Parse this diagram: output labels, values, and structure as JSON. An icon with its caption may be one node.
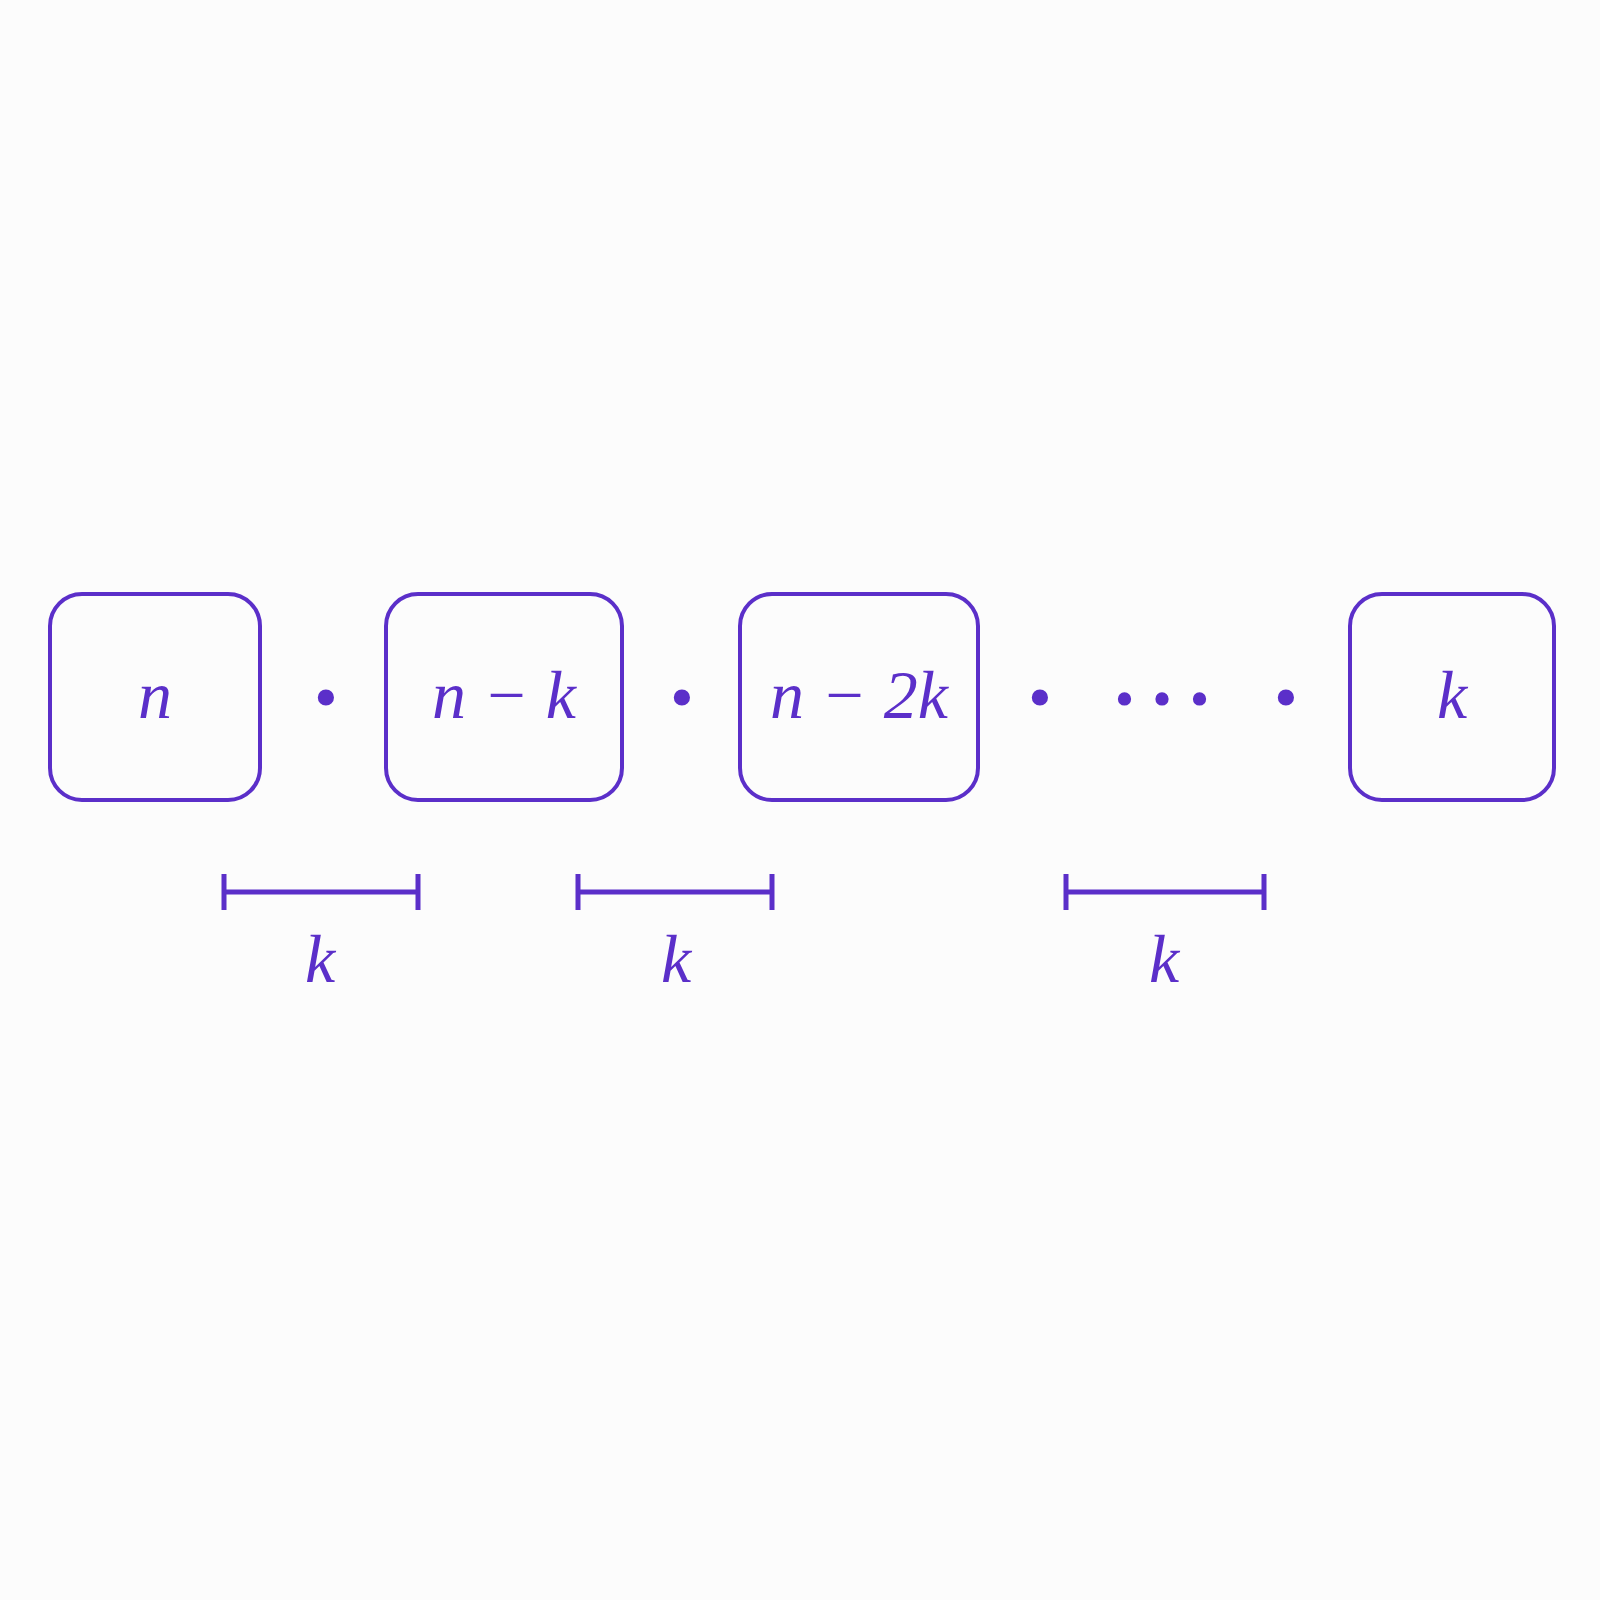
{
  "diagram": {
    "nodes": [
      {
        "text": [
          "n"
        ]
      },
      {
        "text": [
          "n − k"
        ]
      },
      {
        "text": [
          "n − 2k"
        ]
      },
      {
        "text": [
          "k"
        ]
      }
    ],
    "edges": [],
    "labels": [
      "•",
      "•",
      "•",
      "…",
      "•",
      "k",
      "k",
      "k"
    ]
  }
}
